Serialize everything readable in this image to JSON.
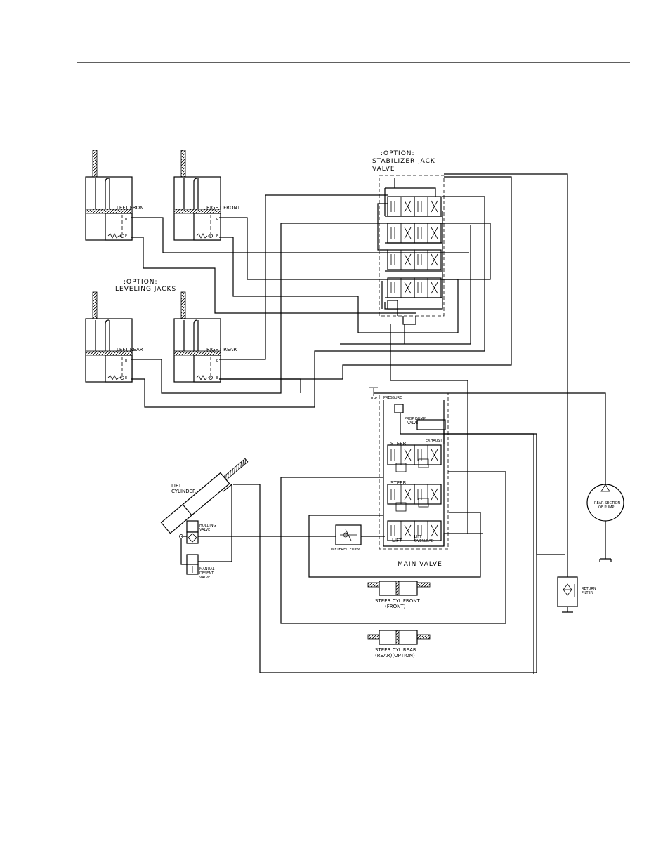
{
  "jacks": {
    "left_front": "LEFT FRONT",
    "right_front": "RIGHT FRONT",
    "left_rear": "LEFT REAR",
    "right_rear": "RIGHT REAR",
    "port_r": "R",
    "port_e": "E"
  },
  "option_leveling": {
    "line1": ":OPTION:",
    "line2": "LEVELING JACKS"
  },
  "option_stabilizer": {
    "line1": ":OPTION:",
    "line2": "STABILIZER JACK",
    "line3": "VALVE"
  },
  "lift_cylinder": {
    "line1": "LIFT",
    "line2": "CYLINDER"
  },
  "holding_valve": {
    "line1": "HOLDING",
    "line2": "VALVE"
  },
  "manual_desent": {
    "line1": "MANUAL",
    "line2": "DESENT",
    "line3": "VALVE"
  },
  "metered_flow": "METERED FLOW",
  "main_valve": {
    "title": "MAIN VALVE",
    "tgp": "TGP",
    "pressure": "PRESSURE",
    "prop_dump_line1": "PROP DUMP",
    "prop_dump_line2": "VALVE",
    "exhaust": "EXHAUST",
    "steer1": "STEER",
    "steer2": "STEER",
    "lift": "LIFT",
    "lift_overload_line1": "LIFT",
    "lift_overload_line2": "OVERLOAD"
  },
  "steer_front": {
    "line1": "STEER CYL FRONT",
    "line2": "(FRONT)"
  },
  "steer_rear": {
    "line1": "STEER CYL REAR",
    "line2": "(REAR)(OPTION)"
  },
  "pump": {
    "line1": "REAR SECTION",
    "line2": "OF PUMP"
  },
  "return_filter": {
    "line1": "RETURN",
    "line2": "FILTER"
  }
}
